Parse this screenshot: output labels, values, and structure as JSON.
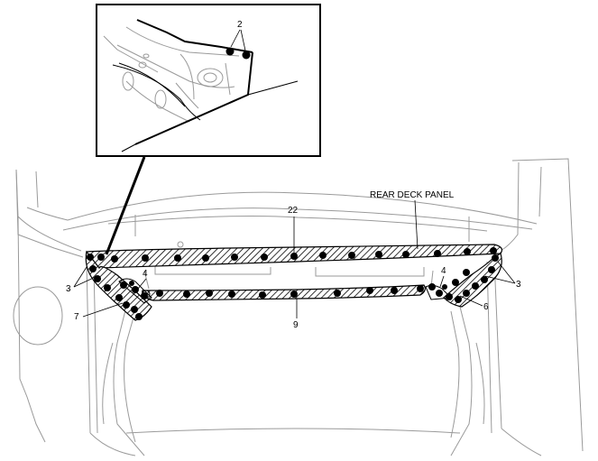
{
  "labels": {
    "inset_2": "2",
    "deck_22": "22",
    "deck_panel": "REAR DECK PANEL",
    "left_3": "3",
    "left_4": "4",
    "left_7": "7",
    "bottom_9": "9",
    "right_4": "4",
    "right_3": "3",
    "right_6": "6"
  },
  "colors": {
    "weld_point": "#000000",
    "outline": "#9a9a9a",
    "hatch": "#000000"
  }
}
